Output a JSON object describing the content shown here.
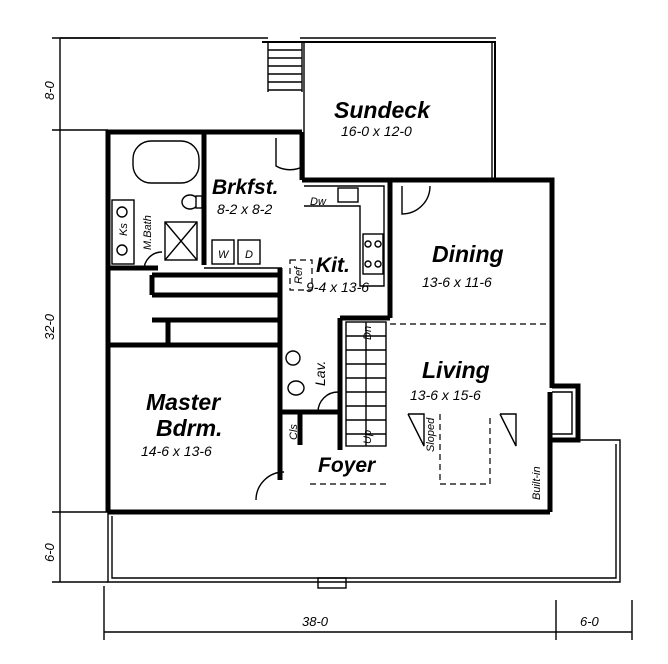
{
  "rooms": {
    "sundeck": {
      "name": "Sundeck",
      "size": "16-0 x 12-0"
    },
    "brkfst": {
      "name": "Brkfst.",
      "size": "8-2 x 8-2"
    },
    "kit": {
      "name": "Kit.",
      "size": "9-4 x 13-6"
    },
    "dining": {
      "name": "Dining",
      "size": "13-6 x 11-6"
    },
    "living": {
      "name": "Living",
      "size": "13-6 x 15-6"
    },
    "master": {
      "name_line1": "Master",
      "name_line2": "Bdrm.",
      "size": "14-6 x 13-6"
    },
    "foyer": {
      "name": "Foyer"
    }
  },
  "small_labels": {
    "mbath": "M.Bath",
    "ks": "Ks",
    "w": "W",
    "d": "D",
    "dw": "Dw",
    "ref": "Ref",
    "lav": "Lav.",
    "cls": "Cls",
    "dn": "Dn",
    "up": "Up",
    "sloped": "Sloped",
    "builtin": "Built-in"
  },
  "dimensions": {
    "top": "8-0",
    "middle": "32-0",
    "bottom": "6-0",
    "width": "38-0",
    "porch": "6-0"
  }
}
